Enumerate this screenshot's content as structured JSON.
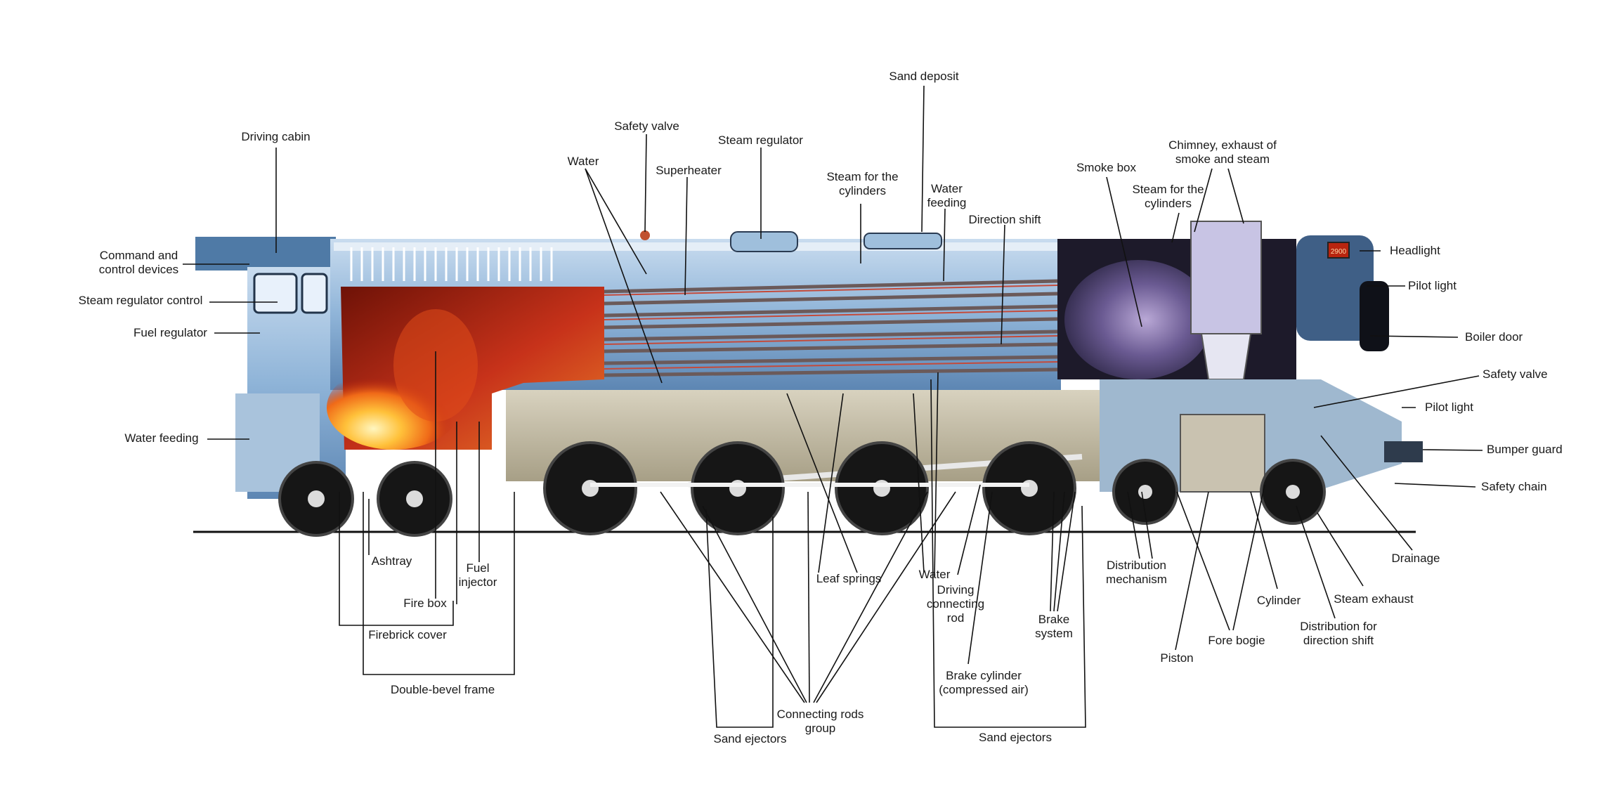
{
  "labels": {
    "driving_cabin": "Driving cabin",
    "command_devices": [
      "Command and",
      "control devices"
    ],
    "steam_regulator_control": "Steam regulator control",
    "fuel_regulator": "Fuel regulator",
    "water_feeding_left": "Water feeding",
    "safety_valve_top": "Safety valve",
    "water_top": "Water",
    "superheater": "Superheater",
    "steam_regulator": "Steam regulator",
    "sand_deposit": "Sand deposit",
    "steam_cylinders_1": [
      "Steam for the",
      "cylinders"
    ],
    "water_feeding_top": [
      "Water",
      "feeding"
    ],
    "direction_shift": "Direction shift",
    "smoke_box": "Smoke box",
    "steam_cylinders_2": [
      "Steam for the",
      "cylinders"
    ],
    "chimney": [
      "Chimney, exhaust of",
      "smoke and steam"
    ],
    "headlight": "Headlight",
    "pilot_light_1": "Pilot light",
    "boiler_door": "Boiler door",
    "safety_valve_right": "Safety valve",
    "pilot_light_2": "Pilot light",
    "bumper_guard": "Bumper guard",
    "safety_chain": "Safety chain",
    "drainage": "Drainage",
    "steam_exhaust": "Steam exhaust",
    "distribution_direction": [
      "Distribution for",
      "direction shift"
    ],
    "cylinder": "Cylinder",
    "fore_bogie": "Fore bogie",
    "piston": "Piston",
    "distribution_mechanism": [
      "Distribution",
      "mechanism"
    ],
    "brake_system": [
      "Brake",
      "system"
    ],
    "sand_ejectors_right": "Sand ejectors",
    "brake_cylinder": [
      "Brake cylinder",
      "(compressed air)"
    ],
    "driving_rod": [
      "Driving",
      "connecting",
      "rod"
    ],
    "water_bottom": "Water",
    "leaf_springs": "Leaf springs",
    "connecting_rods": [
      "Connecting rods",
      "group"
    ],
    "sand_ejectors_left": "Sand ejectors",
    "double_bevel": "Double-bevel frame",
    "firebrick_cover": "Firebrick cover",
    "fire_box": "Fire box",
    "ashtray": "Ashtray",
    "fuel_injector": [
      "Fuel",
      "injector"
    ]
  },
  "headlight_number": "2900",
  "colors": {
    "body_blue": "#8fb4d8",
    "fire_red": "#b8250f",
    "smoke_purple": "#6a5a92",
    "line": "#111111"
  }
}
